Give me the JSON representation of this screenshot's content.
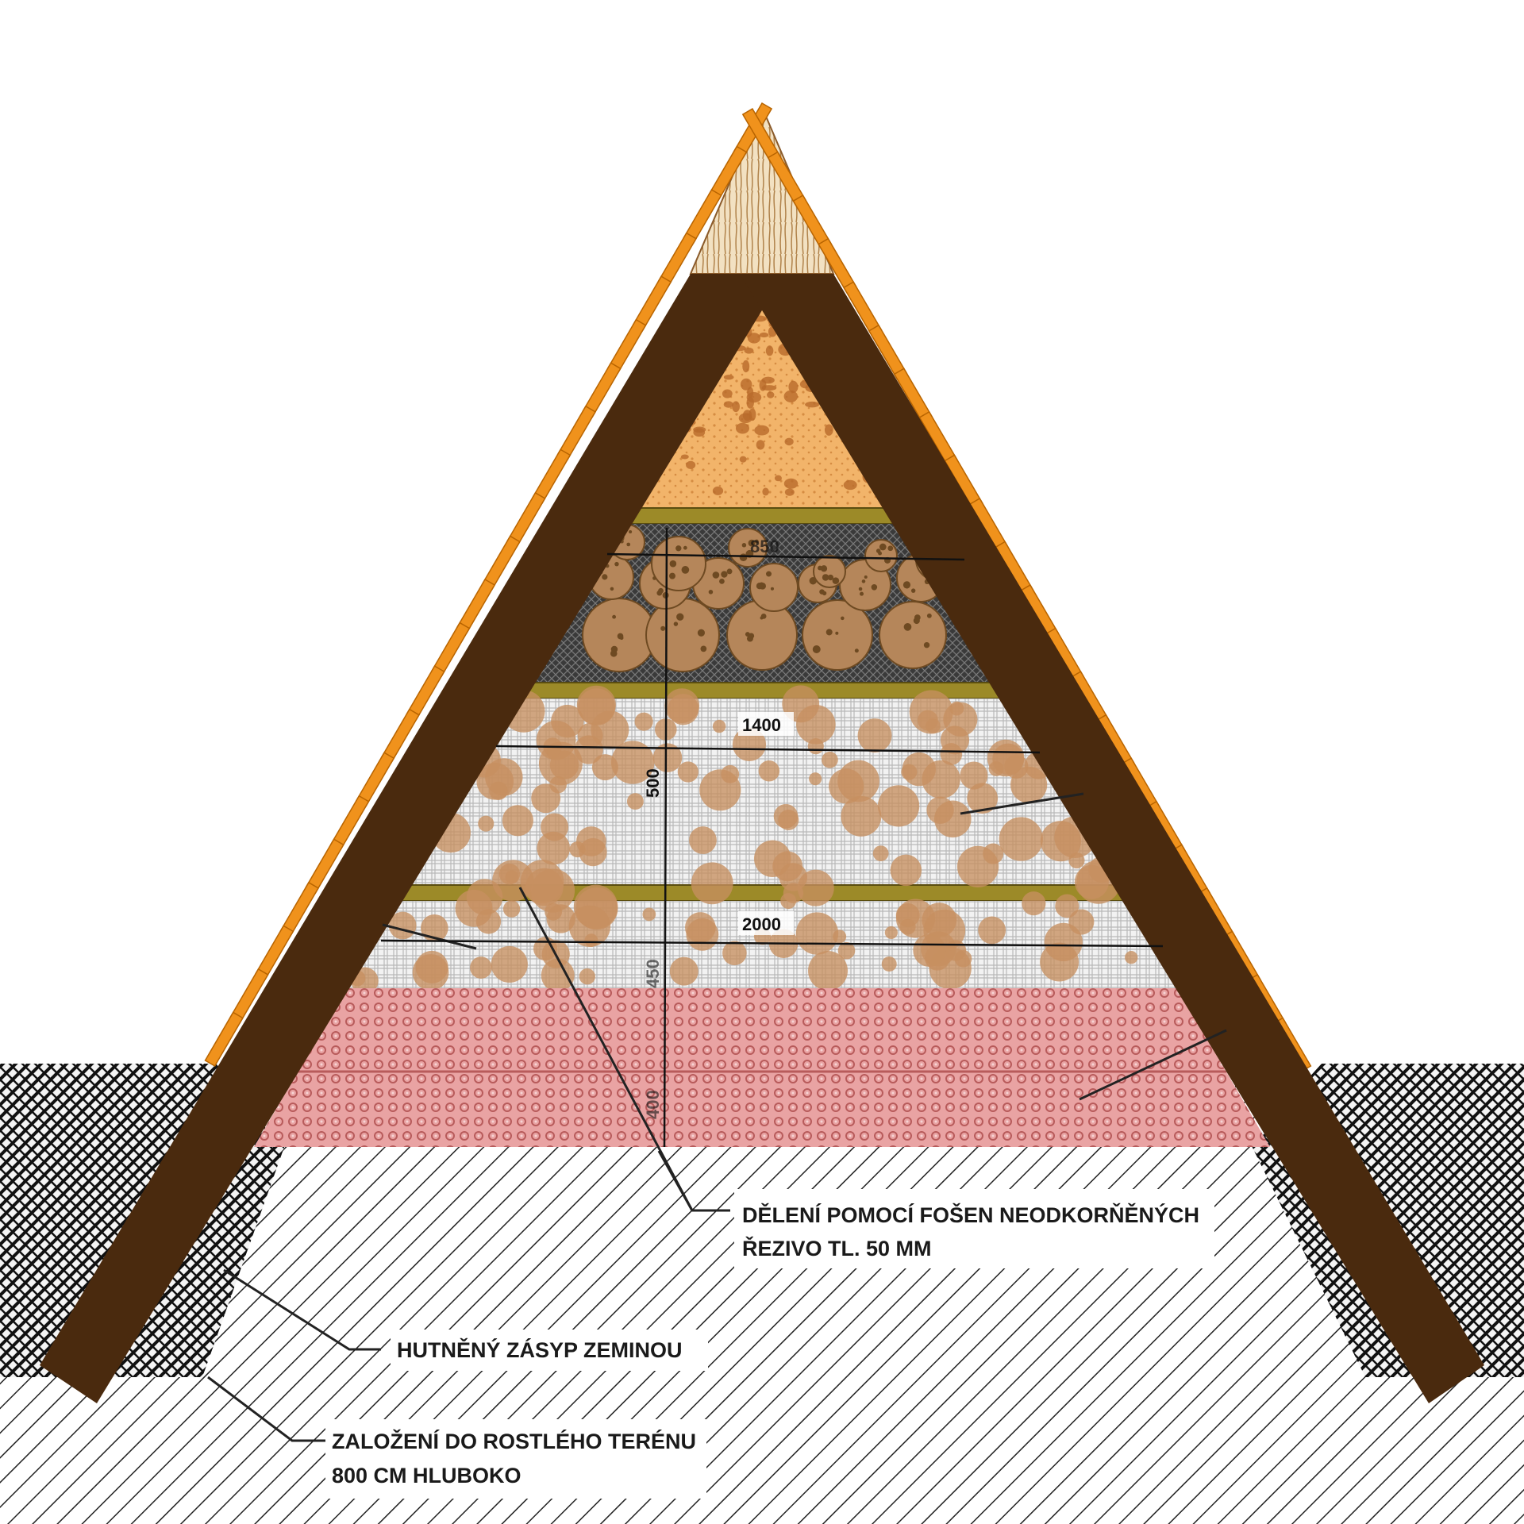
{
  "dimensions": {
    "width_top": "850",
    "width_mid": "1400",
    "width_low": "2000",
    "height_mid": "500",
    "height_low": "450",
    "height_base": "400"
  },
  "labels": {
    "division": [
      "DĚLENÍ POMOCÍ FOŠEN NEODKORŇĚNÝCH",
      "ŘEZIVO TL. 50 MM"
    ],
    "backfill": "HUTNĚNÝ ZÁSYP ZEMINOU",
    "foundation": [
      "ZALOŽENÍ DO ROSTLÉHO TERÉNU",
      "800 CM HLUBOKO"
    ]
  },
  "colors": {
    "frame": "#4a2a0e",
    "shingle": "#f0921c",
    "top_fill": "#f2b46a",
    "logs": "#b5865a",
    "gravel": "#c79060",
    "brick": "#e9a3a3",
    "plank": "#9c8a28",
    "earth_hatch": "#000000"
  }
}
